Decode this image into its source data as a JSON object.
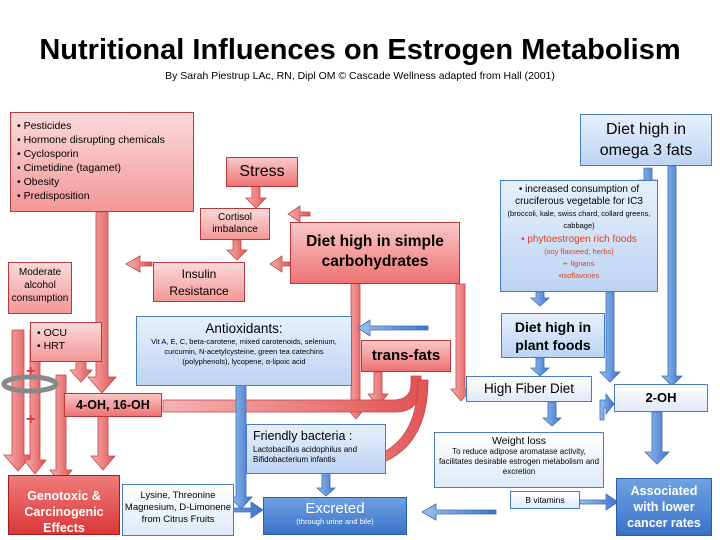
{
  "title": "Nutritional Influences on Estrogen Metabolism",
  "subtitle": "By Sarah Piestrup LAc, RN, Dipl OM  © Cascade Wellness adapted from Hall (2001)",
  "risk_factors": [
    "• Pesticides",
    "• Hormone disrupting chemicals",
    "• Cyclosporin",
    "• Cimetidine (tagamet)",
    "• Obesity",
    "• Predisposition"
  ],
  "stress": "Stress",
  "cortisol": "Cortisol imbalance",
  "diet_simple_carbs": "Diet high in simple carbohydrates",
  "insulin": "Insulin Resistance",
  "alcohol": "Moderate alcohol consumption",
  "ocu_hrt": [
    "• OCU",
    "• HRT"
  ],
  "hydroxy_4_16": "4-OH, 16-OH",
  "genotoxic": "Genotoxic & Carcinogenic Effects",
  "antioxidants_title": "Antioxidants:",
  "antioxidants_body": "Vit A, E, C, beta-carotene, mixed carotenoids, selenium, curcumin, N-acetylcysteine, green tea catechins (polyphenols), lycopene, α-lipoic acid",
  "trans_fats": "trans-fats",
  "friendly_title": "Friendly bacteria :",
  "friendly_body": "Lactobacillus acidophilus and Bifidobacterium infantis",
  "lysine": "Lysine, Threonine Magnesium, D-Limonene from Citrus Fruits",
  "excreted": "Excreted",
  "excreted_sub": "(through urine and bile)",
  "omega3": "Diet high in omega 3 fats",
  "cruciferous": "• increased consumption of cruciferous vegetable for IC3",
  "cruciferous_small": "(broccoli, kale, swiss chard, collard greens, cabbage)",
  "phyto": "• phytoestrogen rich foods",
  "phyto_small": "(soy flaxseed, herbs)",
  "lignans": "•- lignans",
  "isoflavones": "•Isoflavones",
  "plant_foods": "Diet high in plant foods",
  "fiber": "High Fiber Diet",
  "two_oh": "2-OH",
  "weight_loss": "Weight loss",
  "weight_loss_body": "To reduce adipose aromatase activity, facilitates desirable estrogen metabolism and excretion",
  "b_vitamins": "B vitamins",
  "lower_cancer": "Associated with lower cancer rates",
  "colors": {
    "red_dark": "#d93737",
    "red_light": "#f39797",
    "blue_dark": "#3a72c9",
    "blue_light": "#bcd4f3",
    "phyto_text": "#e0401f"
  }
}
